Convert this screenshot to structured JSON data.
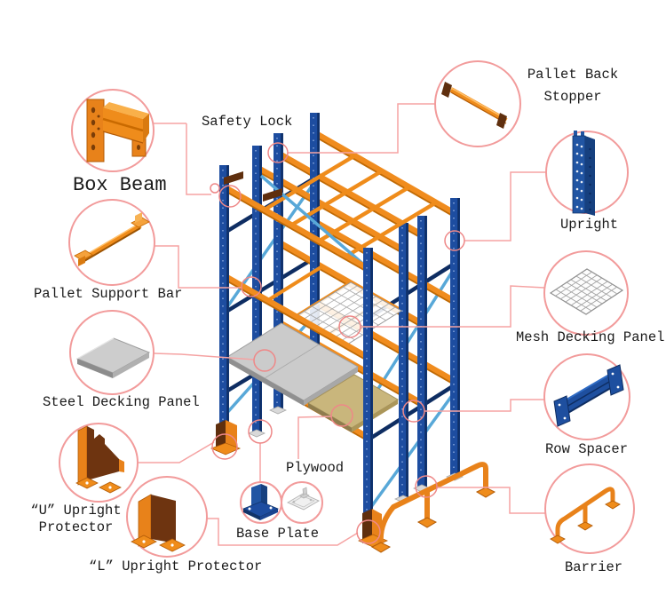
{
  "diagram": {
    "callouts": {
      "box_beam": {
        "label": "Box Beam"
      },
      "safety_lock": {
        "label": "Safety Lock"
      },
      "pallet_back_stopper": {
        "label_line1": "Pallet Back",
        "label_line2": "Stopper"
      },
      "upright": {
        "label": "Upright"
      },
      "mesh_decking_panel": {
        "label": "Mesh Decking Panel"
      },
      "row_spacer": {
        "label": "Row Spacer"
      },
      "barrier": {
        "label": "Barrier"
      },
      "pallet_support_bar": {
        "label": "Pallet Support Bar"
      },
      "steel_decking_panel": {
        "label": "Steel Decking Panel"
      },
      "u_upright_protector": {
        "label_line1": "“U” Upright",
        "label_line2": "Protector"
      },
      "l_upright_protector": {
        "label": "“L” Upright Protector"
      },
      "base_plate": {
        "label": "Base Plate"
      },
      "plywood": {
        "label": "Plywood"
      }
    },
    "colors": {
      "beam_orange": "#f08c1e",
      "beam_orange_dark": "#c06a05",
      "upright_blue": "#1d4da0",
      "upright_blue_dark": "#0f2f66",
      "brace_navy": "#0e2d62",
      "brace_light_blue": "#58a8d8",
      "steel_panel_gray": "#cbcbcb",
      "plywood_tan": "#c9b67c",
      "protector_brown": "#5f2f0e",
      "protector_orange": "#e8821a",
      "callout_pink": "#f29b9b",
      "leader_pink": "#f5a3a3",
      "background": "#ffffff"
    }
  }
}
